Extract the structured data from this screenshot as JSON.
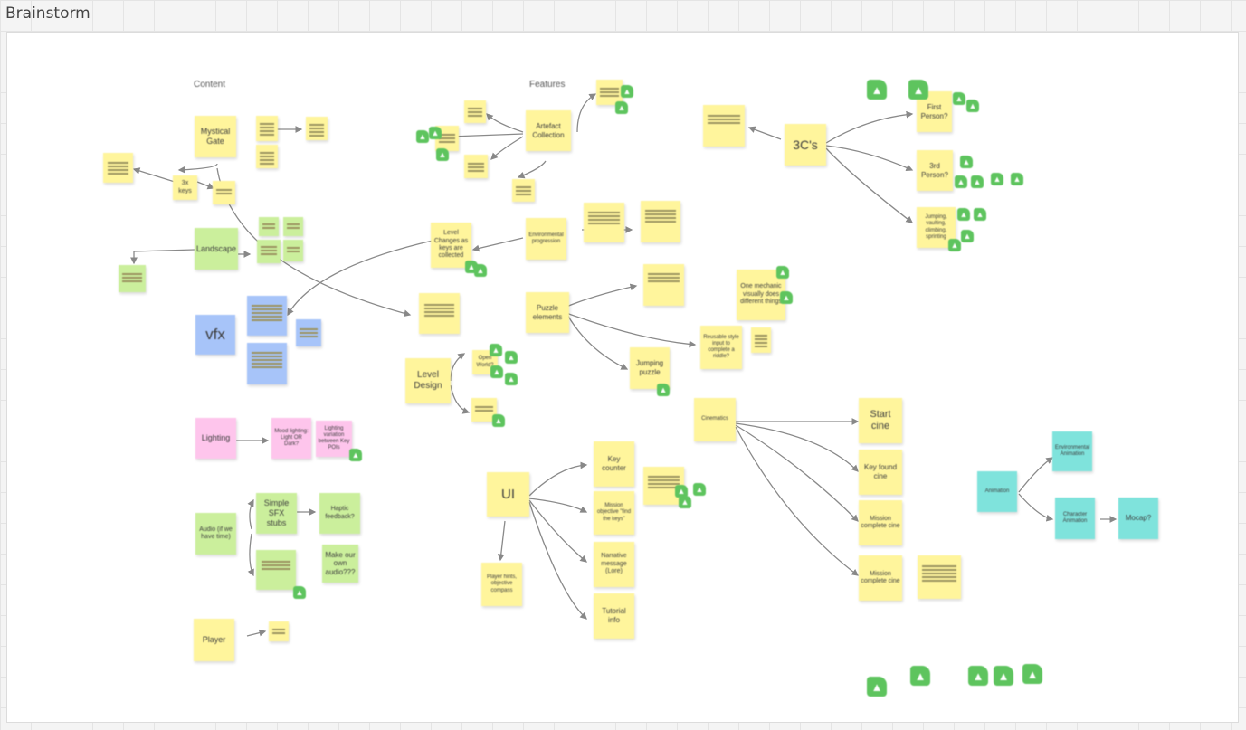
{
  "frame": {
    "title": "Brainstorm"
  },
  "headers": {
    "content": "Content",
    "features": "Features"
  },
  "notes": {
    "mystical_gate": "Mystical Gate",
    "keys": "3x keys",
    "landscape": "Landscape",
    "vfx": "vfx",
    "lighting": "Lighting",
    "mood_lighting": "Mood lighting: Light OR Dark?",
    "lighting_variation": "Lighting variation between Key POIs",
    "audio": "Audio (if we have time)",
    "simple_sfx": "Simple SFX stubs",
    "haptic": "Haptic feedback?",
    "make_audio": "Make our own audio???",
    "player": "Player",
    "artefact": "Artefact Collection",
    "level_changes": "Level Changes as keys are collected",
    "env_progression": "Environmental progression",
    "puzzle": "Puzzle elements",
    "jumping_puzzle": "Jumping puzzle",
    "level_design": "Level Design",
    "open_world": "Open World?",
    "one_mechanic": "One mechanic visually does different things",
    "reusable_input": "Reusable style input to complete a riddle?",
    "three_cs": "3C's",
    "first_person": "First Person?",
    "third_person": "3rd Person?",
    "jumping": "Jumping, vaulting, climbing, sprinting",
    "ui": "UI",
    "key_counter": "Key counter",
    "mission_objective": "Mission objective \"find the keys\"",
    "narrative": "Narrative message (Lore)",
    "tutorial": "Tutorial info",
    "player_hints": "Player hints, objective compass",
    "cinematics": "Cinematics",
    "start_cine": "Start cine",
    "key_found": "Key found cine",
    "mission_complete_1": "Mission complete cine",
    "mission_complete_2": "Mission complete cine",
    "animation": "Animation",
    "env_animation": "Environmental Animation",
    "char_animation": "Character Animation",
    "mocap": "Mocap?"
  },
  "reactions": {
    "thumb_icon": "thumbs-up-icon",
    "color": "#5ec45e"
  },
  "colors": {
    "yellow": "#fff59c",
    "green": "#cbef9c",
    "blue": "#a7c4f9",
    "pink": "#fec5ec",
    "teal": "#7fe3dc"
  }
}
